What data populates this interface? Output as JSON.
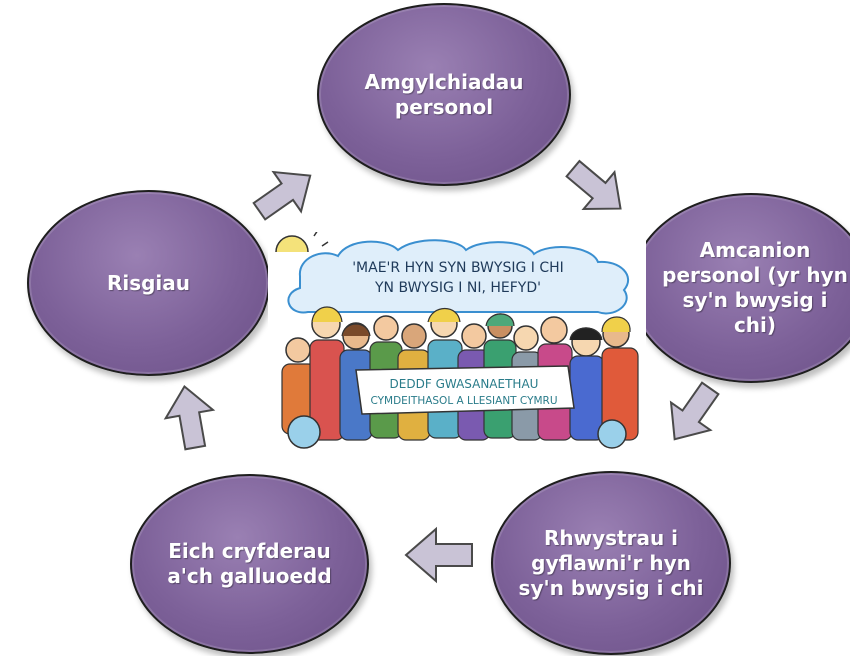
{
  "cycle": {
    "nodes": [
      {
        "label": "Amgylchiadau personol"
      },
      {
        "label": "Amcanion personol (yr hyn sy'n bwysig i chi)"
      },
      {
        "label": "Rhwystrau i gyflawni'r hyn sy'n bwysig i chi"
      },
      {
        "label": "Eich cryfderau a'ch galluoedd"
      },
      {
        "label": "Risgiau"
      }
    ],
    "colors": {
      "node_fill": "#7d6199",
      "arrow_fill": "#c9c3d6",
      "text": "#ffffff"
    }
  },
  "illustration": {
    "slogan_line1": "'MAE'R HYN SYN BWYSIG I CHI",
    "slogan_line2": "YN BWYSIG I NI, HEFYD'",
    "banner_line1": "DEDDF GWASANAETHAU",
    "banner_line2": "CYMDEITHASOL A LLESIANT CYMRU"
  }
}
